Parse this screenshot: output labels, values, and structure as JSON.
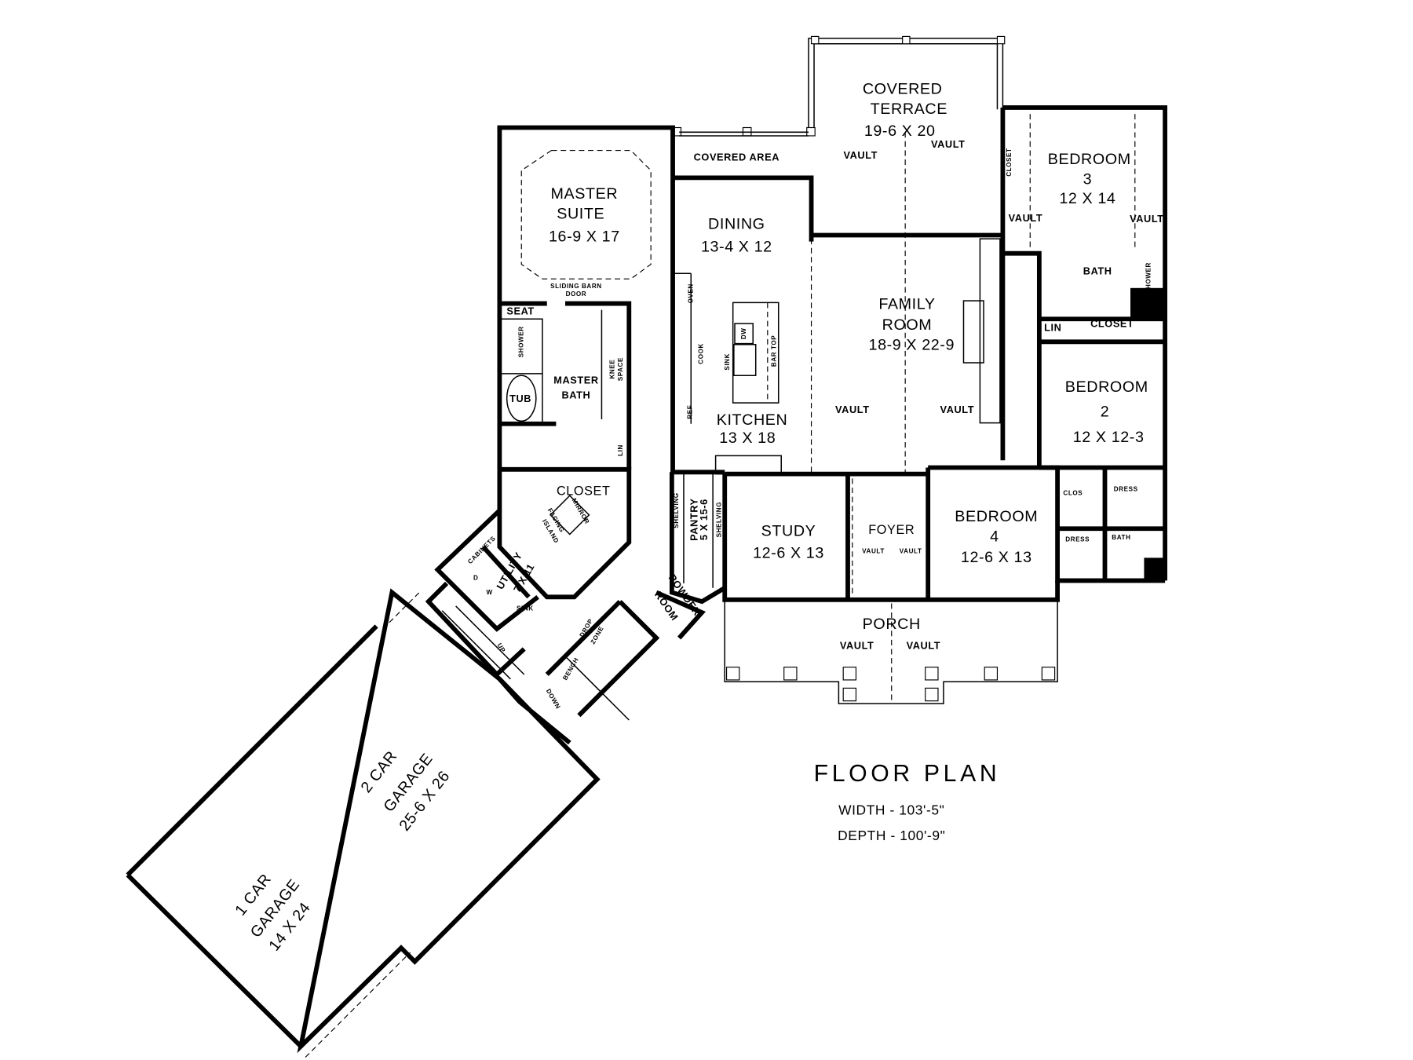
{
  "plan": {
    "title": "FLOOR PLAN",
    "width": "WIDTH - 103'-5\"",
    "depth": "DEPTH - 100'-9\"",
    "vault": "VAULT",
    "rooms": {
      "terrace": {
        "name1": "COVERED",
        "name2": "TERRACE",
        "size": "19-6 X 20"
      },
      "covered_area": {
        "name": "COVERED AREA"
      },
      "master_suite": {
        "name1": "MASTER",
        "name2": "SUITE",
        "size": "16-9 X 17",
        "note1": "SLIDING BARN",
        "note2": "DOOR"
      },
      "dining": {
        "name": "DINING",
        "size": "13-4 X 12"
      },
      "family": {
        "name1": "FAMILY",
        "name2": "ROOM",
        "size": "18-9 X 22-9"
      },
      "kitchen": {
        "name": "KITCHEN",
        "size": "13 X 18",
        "oven": "OVEN",
        "cook": "COOK",
        "sink": "SINK",
        "dw": "DW",
        "bar_top": "BAR TOP",
        "ref": "REF"
      },
      "master_bath": {
        "name1": "MASTER",
        "name2": "BATH",
        "seat": "SEAT",
        "shower": "SHOWER",
        "tub": "TUB",
        "knee1": "KNEE",
        "knee2": "SPACE",
        "lin": "LIN"
      },
      "master_closet": {
        "name": "CLOSET",
        "mirror": "MIRROR",
        "island1": "FACING",
        "island2": "ISLAND"
      },
      "bedroom3": {
        "name": "BEDROOM",
        "num": "3",
        "size": "12 X 14",
        "closet": "CLOSET"
      },
      "bath_upper": {
        "name": "BATH",
        "shower": "SHOWER",
        "lin": "LIN",
        "closet": "CLOSET"
      },
      "bedroom2": {
        "name": "BEDROOM",
        "num": "2",
        "size": "12 X 12-3"
      },
      "jack_jill": {
        "clos": "CLOS",
        "dress1": "DRESS",
        "dress2": "DRESS",
        "bath": "BATH"
      },
      "bedroom4": {
        "name": "BEDROOM",
        "num": "4",
        "size": "12-6 X 13"
      },
      "study": {
        "name": "STUDY",
        "size": "12-6 X 13"
      },
      "foyer": {
        "name": "FOYER"
      },
      "porch": {
        "name": "PORCH"
      },
      "pantry": {
        "name": "PANTRY",
        "size": "5 X 15-6",
        "shelving": "SHELVING"
      },
      "powder": {
        "name1": "POWDER",
        "name2": "ROOM"
      },
      "utility": {
        "name": "UTILITY",
        "size": "7 X 11",
        "cabinets": "CABINETS",
        "sink": "SINK",
        "d": "D",
        "w": "W"
      },
      "mudroom": {
        "drop1": "DROP",
        "drop2": "ZONE",
        "bench": "BENCH",
        "up": "UP",
        "down": "DOWN"
      },
      "garage2": {
        "name1": "2 CAR",
        "name2": "GARAGE",
        "size": "25-6 X 26"
      },
      "garage1": {
        "name1": "1 CAR",
        "name2": "GARAGE",
        "size": "14 X 24"
      }
    }
  }
}
